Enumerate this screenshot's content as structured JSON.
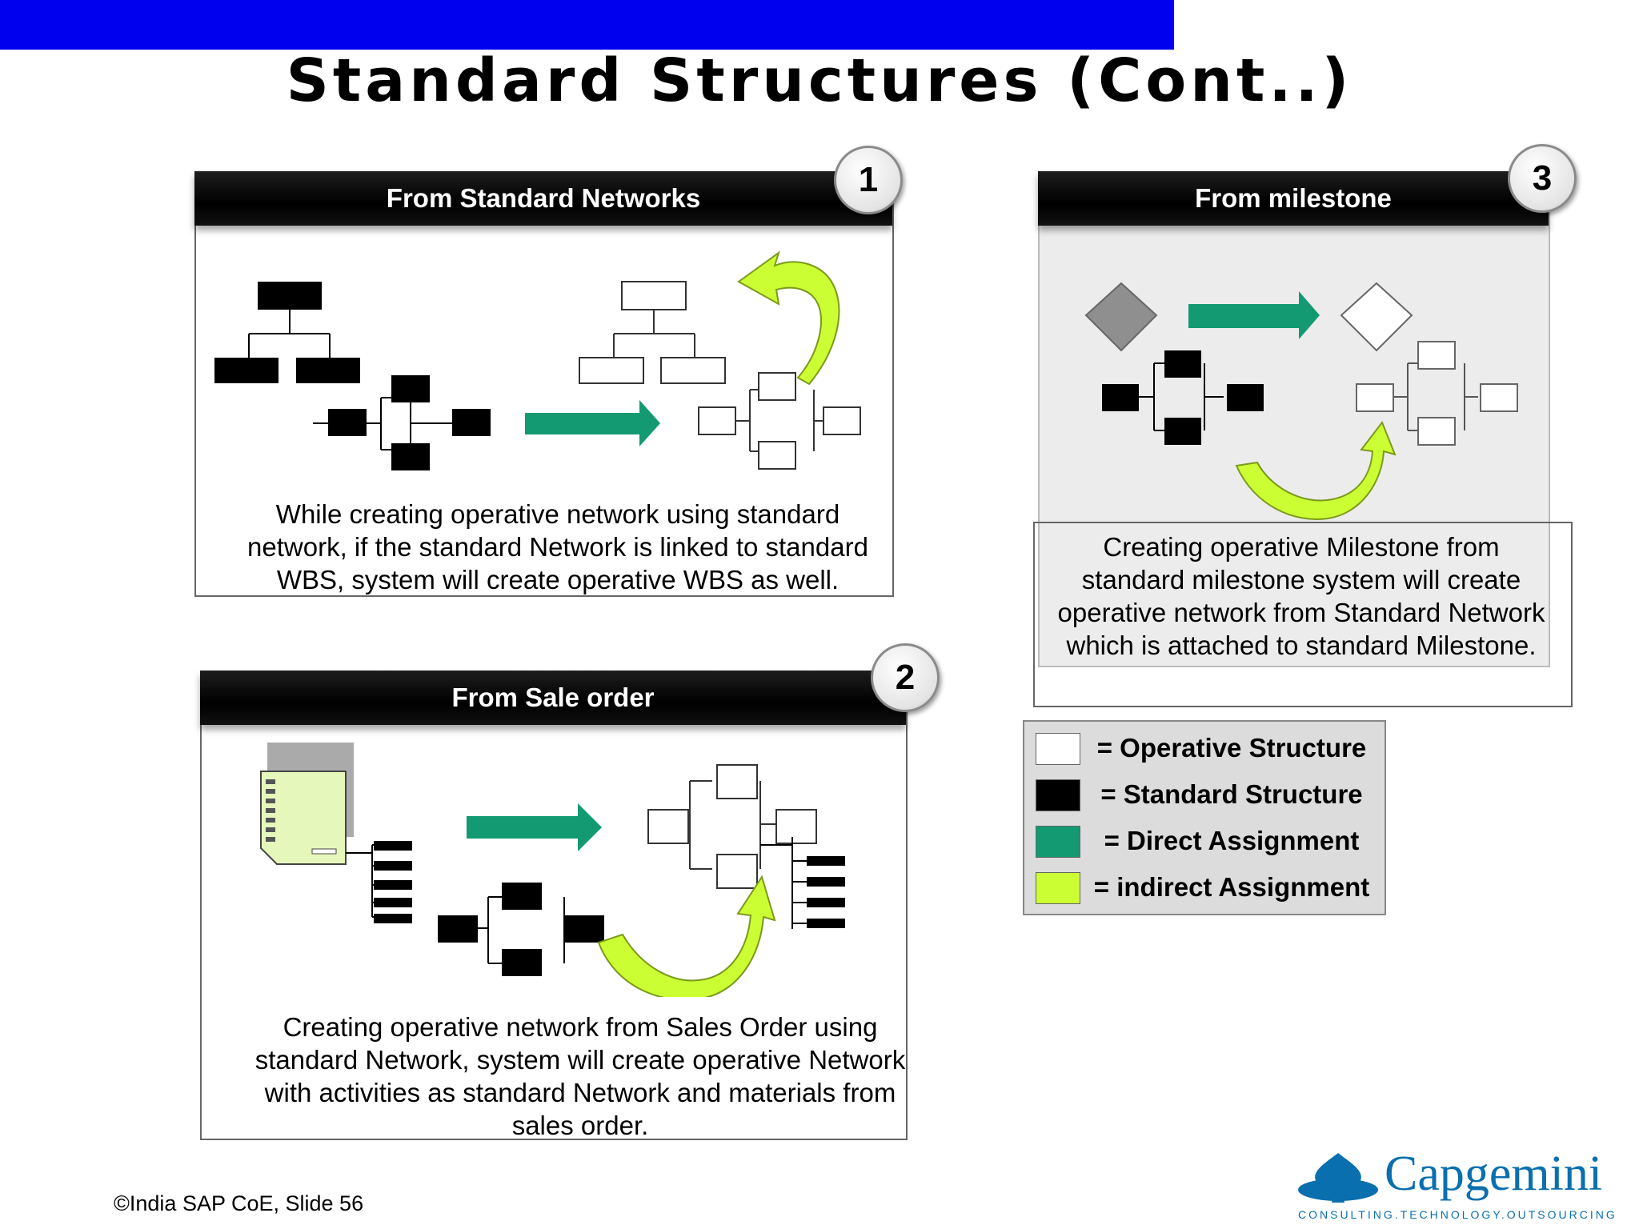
{
  "slide": {
    "title": "Standard Structures (Cont..)",
    "footer": "©India SAP CoE, Slide 56"
  },
  "panels": {
    "networks": {
      "header": "From Standard Networks",
      "badge": "1",
      "description": "While creating operative network using standard network, if the standard Network is linked to standard WBS, system will create operative WBS as well."
    },
    "sale_order": {
      "header": "From Sale order",
      "badge": "2",
      "description": "Creating operative network from Sales Order using standard Network, system will create operative Network with activities as standard Network and materials from sales order."
    },
    "milestone": {
      "header": "From milestone",
      "badge": "3",
      "description": "Creating operative Milestone from standard milestone system will create operative network from Standard Network which is attached to standard Milestone."
    }
  },
  "legend": [
    {
      "text": "= Operative Structure",
      "color": "#ffffff"
    },
    {
      "text": "= Standard Structure",
      "color": "#000000"
    },
    {
      "text": "= Direct Assignment",
      "color": "#139a72"
    },
    {
      "text": "= indirect Assignment",
      "color": "#ccff33"
    }
  ],
  "logo": {
    "name": "Capgemini",
    "tagline": "CONSULTING.TECHNOLOGY.OUTSOURCING",
    "color": "#0a6fae"
  },
  "colors": {
    "top_bar": "#0000ee",
    "direct_arrow": "#139a72",
    "indirect_arrow": "#ccff33"
  }
}
